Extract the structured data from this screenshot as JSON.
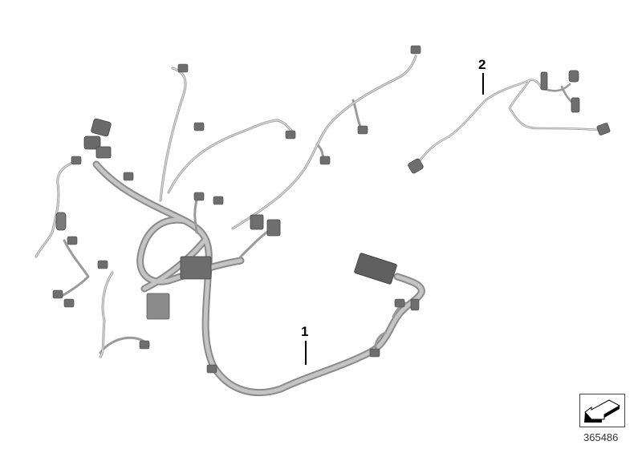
{
  "diagram": {
    "type": "parts-illustration",
    "subject": "wiring harness",
    "callouts": [
      {
        "number": "1",
        "label": "1"
      },
      {
        "number": "2",
        "label": "2"
      }
    ],
    "image_id": "365486",
    "colors": {
      "wire": "#9a9a9a",
      "wire_highlight": "#d8d8d8",
      "connector": "#6e6e6e",
      "callout_text": "#000000"
    }
  }
}
